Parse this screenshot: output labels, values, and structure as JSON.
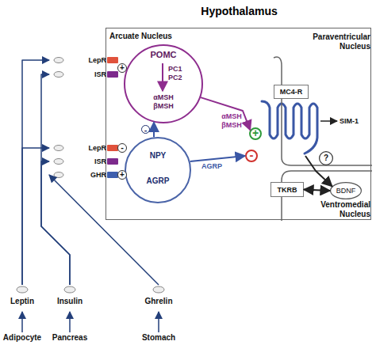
{
  "diagram": {
    "nodes": [
      {
        "text": [
          "Hypothalamus"
        ]
      },
      {
        "text": [
          "Paraventricular Nucleus"
        ],
        "in": 0
      },
      {
        "text": [
          "Ventromedial Nucleus"
        ],
        "in": 0
      },
      {
        "text": [
          "POMC",
          "PC1 PC2",
          "αMSH βMSH"
        ],
        "in": 0
      },
      {
        "text": [
          "NPY",
          "AGRP"
        ],
        "in": 0
      },
      {
        "text": [
          "MC4-R"
        ],
        "in": 1
      },
      {
        "text": [
          "TKRB"
        ],
        "in": 2
      },
      {
        "text": [
          "BDNF"
        ],
        "in": 2
      },
      {
        "text": [
          "?"
        ],
        "in": 0
      },
      {
        "text": [
          "LepR"
        ]
      },
      {
        "text": [
          "ISR"
        ]
      },
      {
        "text": [
          "LepR"
        ]
      },
      {
        "text": [
          "ISR"
        ]
      },
      {
        "text": [
          "GHR"
        ]
      },
      {
        "text": [
          "Leptin"
        ]
      },
      {
        "text": [
          "Insulin"
        ]
      },
      {
        "text": [
          "Ghrelin"
        ]
      },
      {
        "text": [
          "Adipocyte"
        ]
      },
      {
        "text": [
          "Pancreas"
        ]
      },
      {
        "text": [
          "Stomach"
        ]
      },
      {
        "text": [
          "+"
        ],
        "in": 0
      },
      {
        "text": [
          "-"
        ],
        "in": 0
      }
    ],
    "edges": [
      {
        "from": 14,
        "to": 9,
        "arrow": "to"
      },
      {
        "from": 14,
        "to": 11,
        "arrow": "to"
      },
      {
        "from": 15,
        "to": 10,
        "arrow": "to"
      },
      {
        "from": 15,
        "to": 12,
        "arrow": "to"
      },
      {
        "from": 16,
        "to": 13,
        "arrow": "to"
      },
      {
        "from": 17,
        "to": 14,
        "arrow": "to"
      },
      {
        "from": 18,
        "to": 15,
        "arrow": "to"
      },
      {
        "from": 19,
        "to": 16,
        "arrow": "to"
      },
      {
        "from": 3,
        "to": 20,
        "label": "αMSH βMSH",
        "arrow": "to"
      },
      {
        "from": 4,
        "to": 21,
        "label": "AGRP",
        "arrow": "to"
      },
      {
        "from": 4,
        "to": 3,
        "label": "-",
        "arrow": "to"
      },
      {
        "from": 5,
        "to": 7,
        "arrow": "to"
      },
      {
        "from": 6,
        "to": 7,
        "arrow": "both"
      }
    ],
    "labels": [
      "Arcuate Nucleus",
      "SIM-1",
      "+",
      "-",
      "+"
    ]
  }
}
